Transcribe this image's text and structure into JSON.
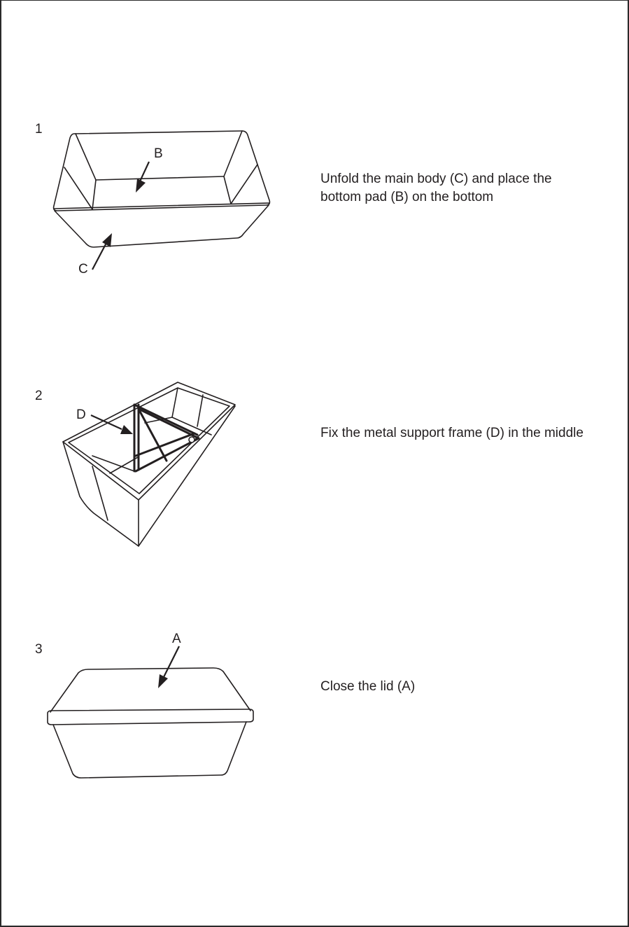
{
  "steps": [
    {
      "number": "1",
      "instruction": "Unfold the main body (C) and place the bottom pad (B) on the bottom",
      "labels": {
        "inner": "B",
        "outer": "C"
      }
    },
    {
      "number": "2",
      "instruction": "Fix the metal support frame (D) in the middle",
      "labels": {
        "frame": "D"
      }
    },
    {
      "number": "3",
      "instruction": "Close the lid (A)",
      "labels": {
        "lid": "A"
      }
    }
  ]
}
